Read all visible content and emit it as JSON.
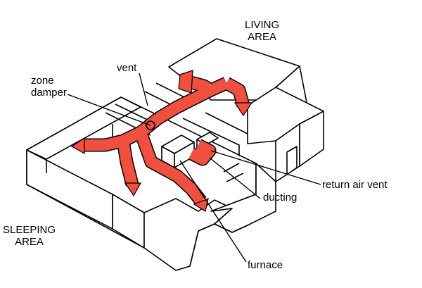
{
  "labels": {
    "living_area_line1": "LIVING",
    "living_area_line2": "AREA",
    "sleeping_area_line1": "SLEEPING",
    "sleeping_area_line2": "AREA",
    "vent": "vent",
    "zone_damper_line1": "zone",
    "zone_damper_line2": "damper",
    "return_air_vent": "return air vent",
    "ducting": "ducting",
    "furnace": "furnace"
  },
  "colors": {
    "duct": "#f0503f",
    "outline": "#000000",
    "background": "#ffffff"
  }
}
